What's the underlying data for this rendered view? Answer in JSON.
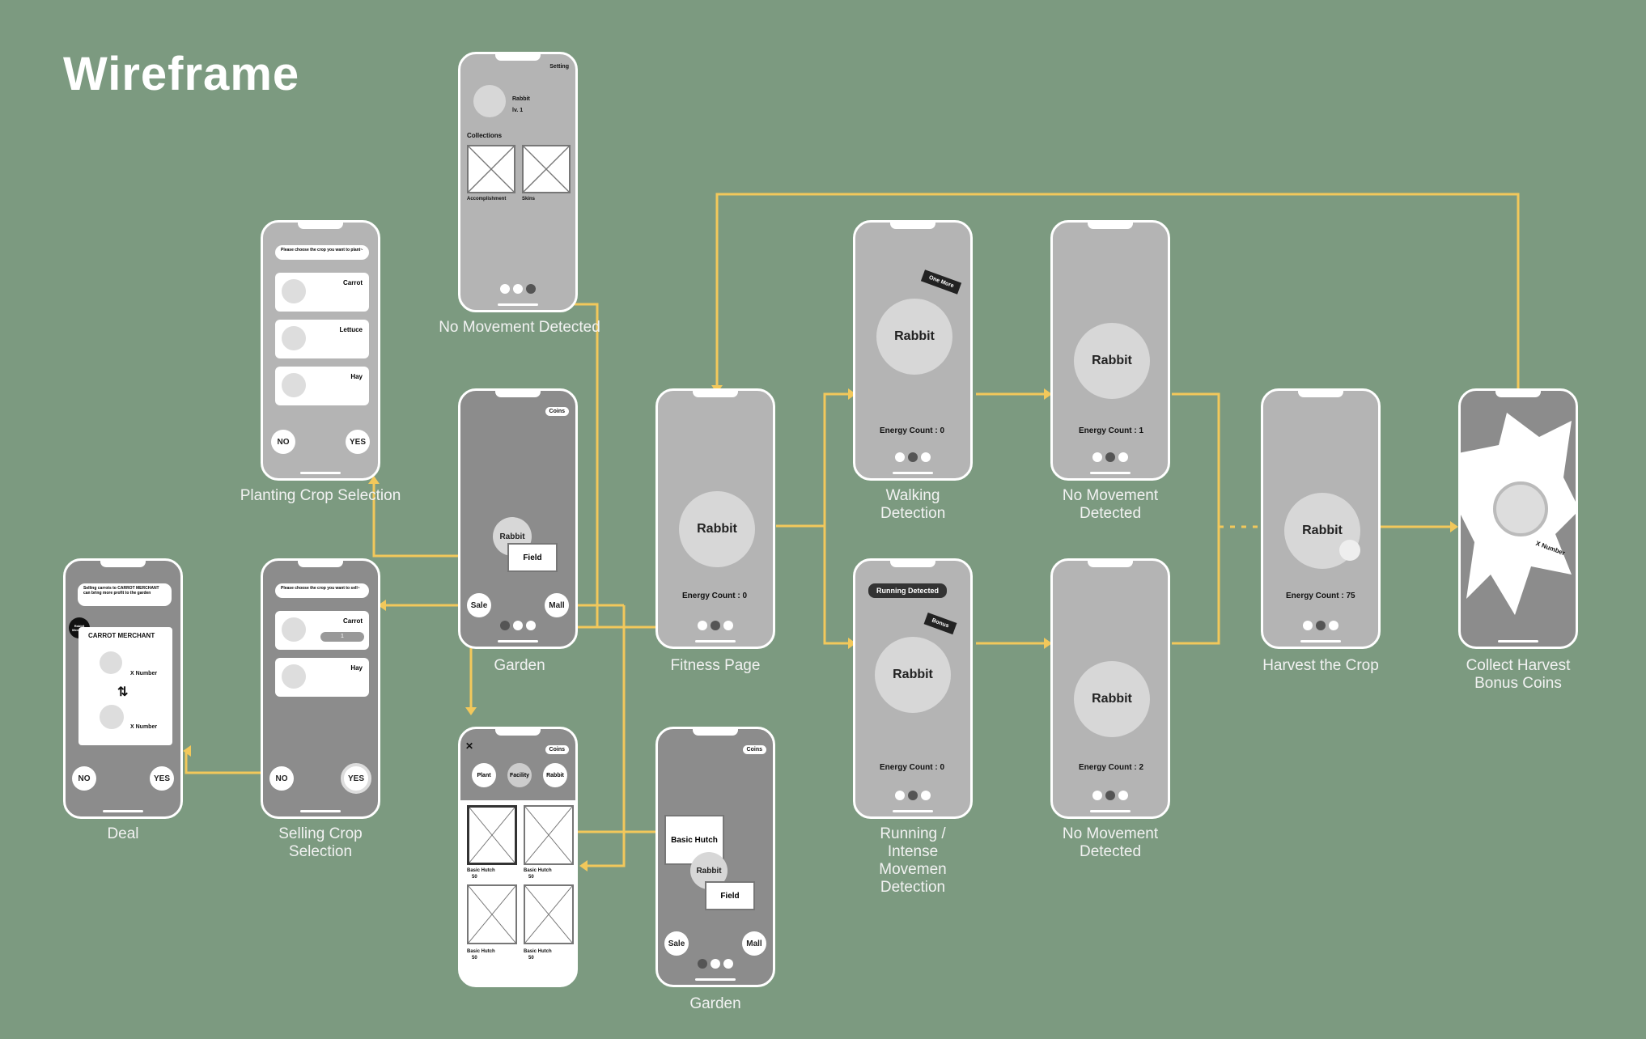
{
  "title": "Wireframe",
  "screens": {
    "profile": {
      "caption": "No Movement Detected",
      "setting": "Setting",
      "name": "Rabbit",
      "level": "lv. 1",
      "collections": "Collections",
      "tile1": "Accomplishment",
      "tile2": "Skins"
    },
    "planting": {
      "caption": "Planting Crop Selection",
      "prompt": "Please choose the crop you want to plant~",
      "items": [
        "Carrot",
        "Lettuce",
        "Hay"
      ],
      "no": "NO",
      "yes": "YES"
    },
    "garden": {
      "caption": "Garden",
      "coins": "Coins",
      "rabbit": "Rabbit",
      "field": "Field",
      "sale": "Sale",
      "mall": "Mall"
    },
    "fitness": {
      "caption": "Fitness Page",
      "rabbit": "Rabbit",
      "energy": "Energy Count : 0"
    },
    "walking": {
      "caption": "Walking Detection",
      "rabbit": "Rabbit",
      "energy": "Energy Count : 0",
      "badge": "One More"
    },
    "nomove1": {
      "caption": "No Movement Detected",
      "rabbit": "Rabbit",
      "energy": "Energy Count : 1"
    },
    "running": {
      "caption": "Running / Intense Movemen Detection",
      "banner": "Running Detected",
      "rabbit": "Rabbit",
      "energy": "Energy Count : 0",
      "badge": "Bonus"
    },
    "nomove2": {
      "caption": "No Movement Detected",
      "rabbit": "Rabbit",
      "energy": "Energy Count : 2"
    },
    "harvest": {
      "caption": "Harvest the Crop",
      "rabbit": "Rabbit",
      "energy": "Energy Count : 75"
    },
    "collect": {
      "caption": "Collect Harvest Bonus Coins",
      "x_number": "X Number"
    },
    "deal": {
      "caption": "Deal",
      "prompt": "Selling carrots to CARROT MERCHANT can bring more profit to the garden",
      "avatar": "Rabbit Merchant",
      "merchant": "CARROT MERCHANT",
      "x1": "X Number",
      "x2": "X Number",
      "no": "NO",
      "yes": "YES"
    },
    "selling": {
      "caption": "Selling Crop Selection",
      "prompt": "Please choose the crop you want to sell~",
      "items": [
        "Carrot",
        "Hay"
      ],
      "qty": "1",
      "no": "NO",
      "yes": "YES"
    },
    "shop": {
      "coins": "Coins",
      "tabs": [
        "Plant",
        "Facility",
        "Rabbit"
      ],
      "items": [
        "Basic Hutch",
        "Basic Hutch",
        "Basic Hutch",
        "Basic Hutch"
      ],
      "price": "50"
    },
    "garden2": {
      "caption": "Garden",
      "coins": "Coins",
      "hutch": "Basic Hutch",
      "rabbit": "Rabbit",
      "field": "Field",
      "sale": "Sale",
      "mall": "Mall"
    }
  }
}
